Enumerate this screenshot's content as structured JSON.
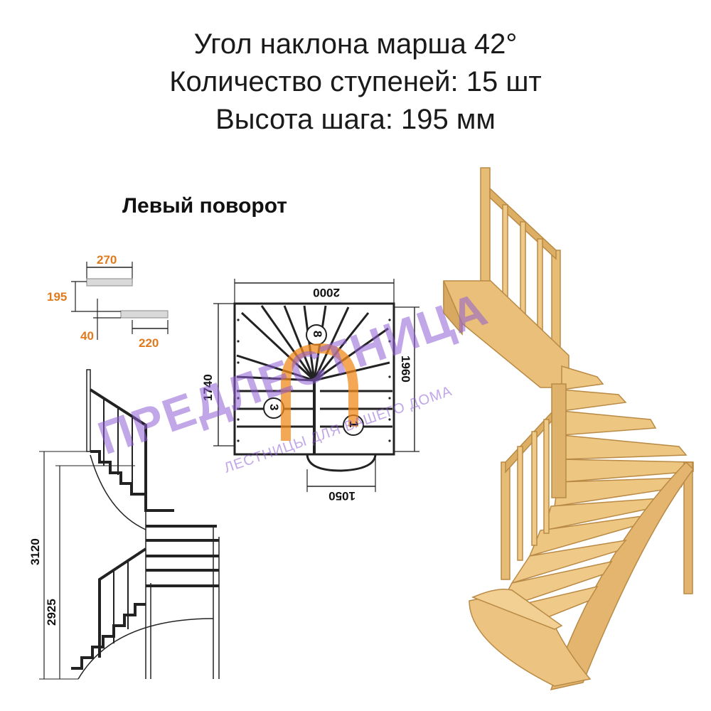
{
  "specs": {
    "line1": "Угол наклона марша 42°",
    "line2": "Количество ступеней: 15 шт",
    "line3": "Высота шага: 195 мм"
  },
  "variant_label": "Левый поворот",
  "step_detail": {
    "tread_upper": "270",
    "rise": "195",
    "tread_thickness": "40",
    "tread_lower": "220"
  },
  "plan": {
    "width": "2000",
    "depth_left": "1740",
    "depth_right": "1960",
    "bottom_width": "1050",
    "step_marks": [
      "8",
      "3",
      "1"
    ]
  },
  "elevation": {
    "total_height": "3120",
    "floor_height": "2925"
  },
  "watermark": {
    "brand": "ПРЕДЛЕСТНИЦА",
    "slogan": "ЛЕСТНИЦЫ ДЛЯ ВАШЕГО ДОМА"
  },
  "colors": {
    "dimension": "#e07a1c",
    "watermark_purple": "#8f5fd6",
    "wood": "#e9c07a",
    "wood_dark": "#b98a45"
  }
}
